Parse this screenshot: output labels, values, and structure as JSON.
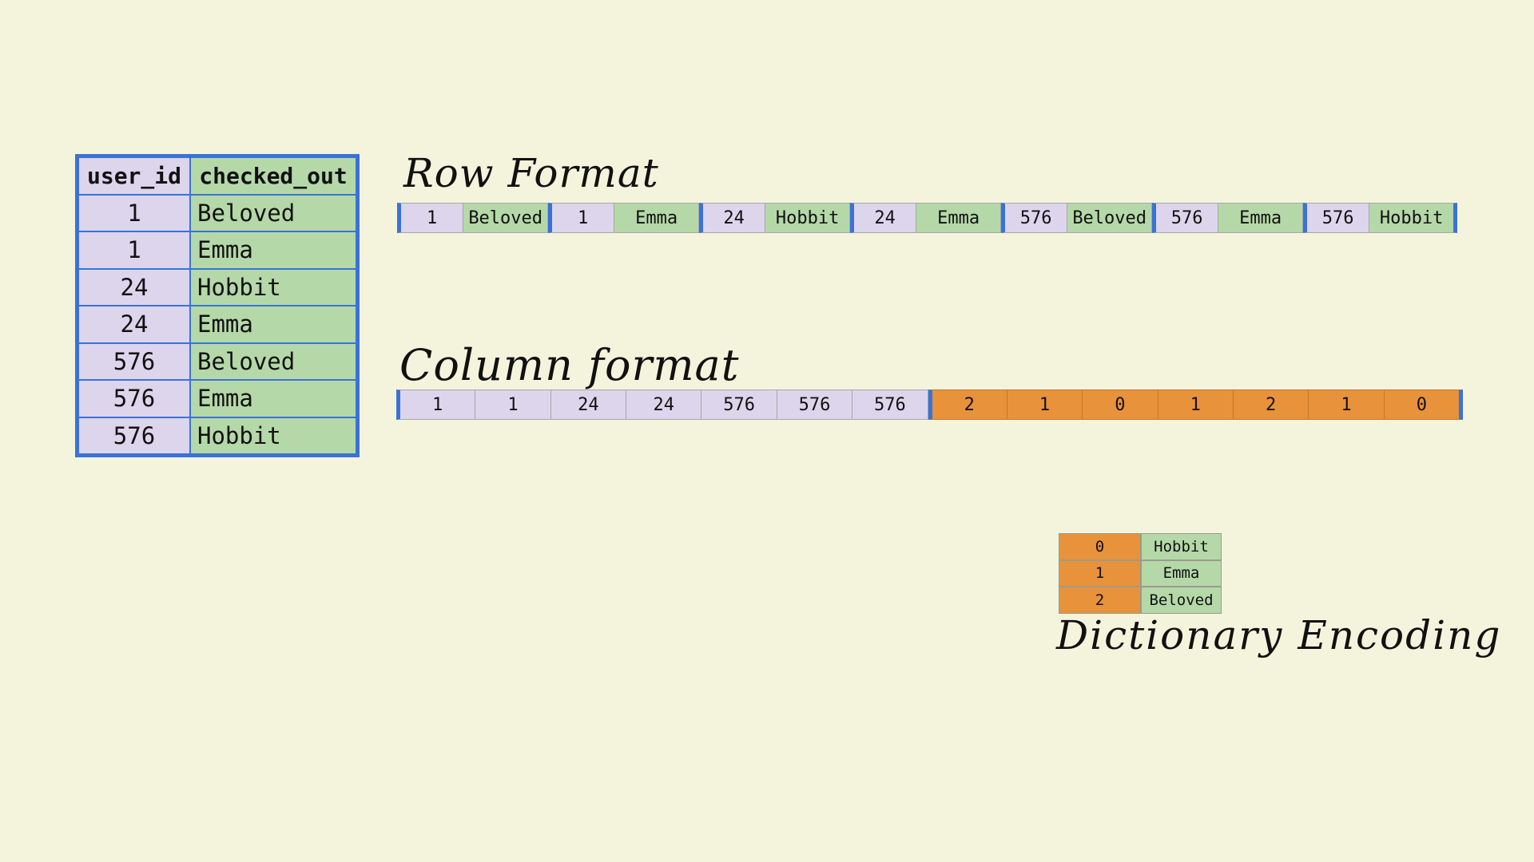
{
  "table": {
    "headers": [
      "user_id",
      "checked_out"
    ],
    "rows": [
      {
        "user_id": "1",
        "checked_out": "Beloved"
      },
      {
        "user_id": "1",
        "checked_out": "Emma"
      },
      {
        "user_id": "24",
        "checked_out": "Hobbit"
      },
      {
        "user_id": "24",
        "checked_out": "Emma"
      },
      {
        "user_id": "576",
        "checked_out": "Beloved"
      },
      {
        "user_id": "576",
        "checked_out": "Emma"
      },
      {
        "user_id": "576",
        "checked_out": "Hobbit"
      }
    ]
  },
  "row_format": {
    "title": "Row Format",
    "cells": [
      "1",
      "Beloved",
      "1",
      "Emma",
      "24",
      "Hobbit",
      "24",
      "Emma",
      "576",
      "Beloved",
      "576",
      "Emma",
      "576",
      "Hobbit"
    ]
  },
  "column_format": {
    "title": "Column format",
    "user_ids": [
      "1",
      "1",
      "24",
      "24",
      "576",
      "576",
      "576"
    ],
    "codes": [
      "2",
      "1",
      "0",
      "1",
      "2",
      "1",
      "0"
    ]
  },
  "dictionary": {
    "title": "Dictionary Encoding",
    "entries": [
      {
        "code": "0",
        "value": "Hobbit"
      },
      {
        "code": "1",
        "value": "Emma"
      },
      {
        "code": "2",
        "value": "Beloved"
      }
    ]
  },
  "colors": {
    "background": "#f4f4dd",
    "user_id_fill": "#dcd5eb",
    "book_fill": "#b5d8a8",
    "code_fill": "#e8923b",
    "separator": "#3a72d8"
  }
}
